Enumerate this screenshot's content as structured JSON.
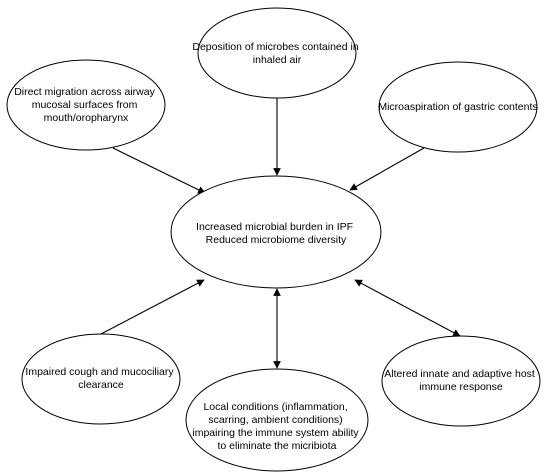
{
  "diagram": {
    "nodes": [
      {
        "id": "top",
        "lines": [
          "Deposition of microbes contained in",
          "inhaled air"
        ]
      },
      {
        "id": "left-top",
        "lines": [
          "Direct migration across airway",
          "mucosal surfaces from",
          "mouth/oropharynx"
        ]
      },
      {
        "id": "right-top",
        "lines": [
          "Microaspiration of gastric contents"
        ]
      },
      {
        "id": "center",
        "lines": [
          "Increased microbial burden in IPF",
          "Reduced microbiome diversity"
        ]
      },
      {
        "id": "left-bottom",
        "lines": [
          "Impaired cough and mucociliary",
          "clearance"
        ]
      },
      {
        "id": "bottom",
        "lines": [
          "Local conditions (inflammation,",
          "scarring, ambient conditions)",
          "impairing the immune system ability",
          "to eliminate the micribiota"
        ]
      },
      {
        "id": "right-bottom",
        "lines": [
          "Altered innate and adaptive host",
          "immune response"
        ]
      }
    ],
    "edges": [
      {
        "from": "top",
        "to": "center",
        "style": "single"
      },
      {
        "from": "left-top",
        "to": "center",
        "style": "single"
      },
      {
        "from": "right-top",
        "to": "center",
        "style": "single"
      },
      {
        "from": "left-bottom",
        "to": "center",
        "style": "single"
      },
      {
        "from": "center",
        "to": "bottom",
        "style": "double"
      },
      {
        "from": "center",
        "to": "right-bottom",
        "style": "double"
      }
    ]
  }
}
